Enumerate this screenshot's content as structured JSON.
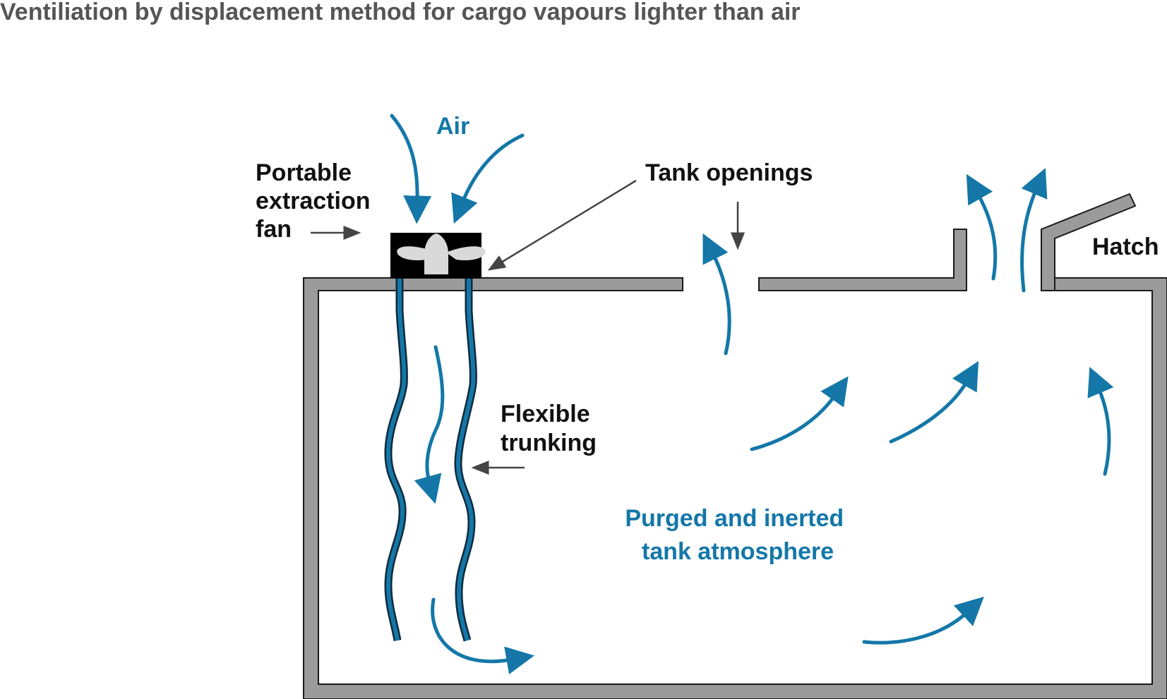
{
  "title": "Ventiliation by displacement method for cargo vapours lighter than air",
  "labels": {
    "air": "Air",
    "portable_fan": [
      "Portable",
      "extraction",
      "fan"
    ],
    "tank_openings": "Tank openings",
    "hatch": "Hatch",
    "flexible_trunking": [
      "Flexible",
      "trunking"
    ],
    "tank_atmosphere": [
      "Purged and inerted",
      "tank atmosphere"
    ]
  },
  "colors": {
    "flow": "#1477A8",
    "wall": "#9B9B9B",
    "fan_body": "#000000",
    "fan_blade": "#D9D9D9",
    "title_text": "#555555",
    "label_text": "#111111",
    "pointer": "#444444"
  }
}
